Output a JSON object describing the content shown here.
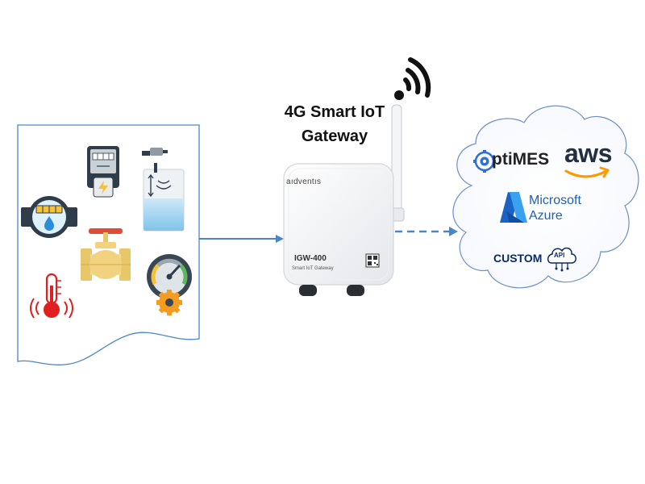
{
  "gateway": {
    "title_line1": "4G Smart IoT",
    "title_line2": "Gateway",
    "brand": "aıdventıs",
    "model": "IGW-400",
    "subtitle": "Smart IoT Gateway"
  },
  "devices": {
    "icons": [
      "water-meter-icon",
      "electric-meter-icon",
      "tank-level-sensor-icon",
      "valve-icon",
      "thermometer-icon",
      "pressure-gauge-icon"
    ]
  },
  "cloud": {
    "platforms": {
      "optimes": "ptiMES",
      "aws": "aws",
      "microsoft": "Microsoft",
      "azure": "Azure",
      "custom": "CUSTOM",
      "api": "API"
    }
  },
  "colors": {
    "connector": "#4a86c5",
    "panel_border": "#4a86c5",
    "cloud_border": "#6b8fc7",
    "optimes_blue": "#2e6fd6",
    "aws_orange": "#ff9900",
    "azure_blue": "#1f5fb0",
    "custom_navy": "#0b2a6b"
  }
}
